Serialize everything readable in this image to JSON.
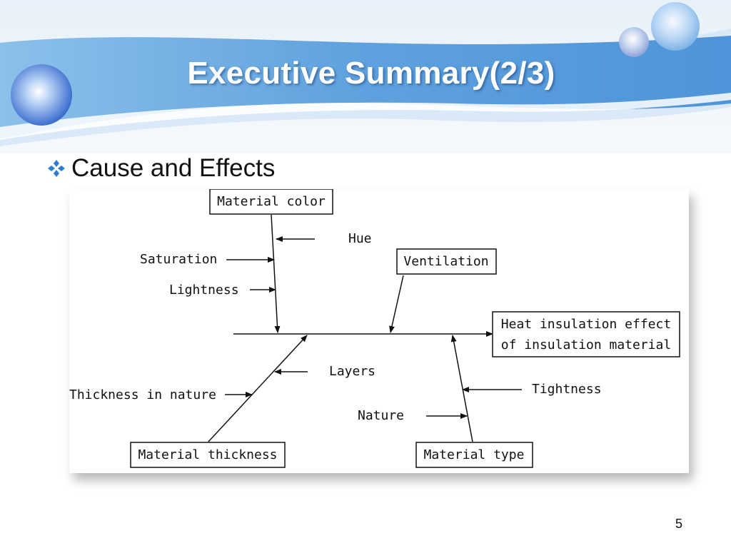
{
  "slide": {
    "title": "Executive Summary(2/3)",
    "bullet": "Cause and Effects",
    "page_number": "5"
  },
  "diagram": {
    "effect": [
      "Heat insulation effect",
      "of insulation material"
    ],
    "categories": {
      "material_color": "Material color",
      "ventilation": "Ventilation",
      "material_thickness": "Material thickness",
      "material_type": "Material type"
    },
    "causes": {
      "hue": "Hue",
      "saturation": "Saturation",
      "lightness": "Lightness",
      "layers": "Layers",
      "thickness_in_nature": "Thickness in nature",
      "tightness": "Tightness",
      "nature": "Nature"
    }
  },
  "colors": {
    "header_blue": "#5fa0dc",
    "title_text": "#ffffff",
    "bullet_accent": "#2a7fd0"
  }
}
